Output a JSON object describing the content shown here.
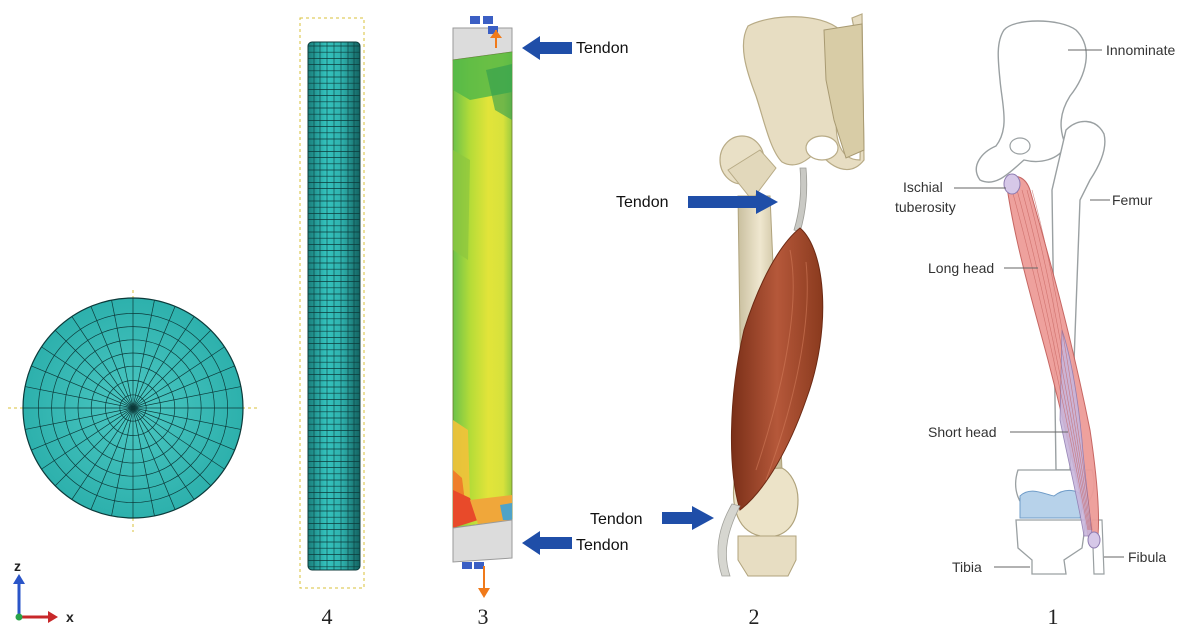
{
  "panel_numbers": [
    "4",
    "3",
    "2",
    "1"
  ],
  "axis_labels": {
    "z": "z",
    "x": "x"
  },
  "fe_model_labels": {
    "tendon_top": "Tendon",
    "tendon_bottom": "Tendon"
  },
  "anatomy_labels": {
    "tendon_upper": "Tendon",
    "tendon_lower": "Tendon"
  },
  "hamstring_labels": {
    "innominate": "Innominate",
    "ischial_1": "Ischial",
    "ischial_2": "tuberosity",
    "femur": "Femur",
    "long_head": "Long head",
    "short_head": "Short head",
    "tibia": "Tibia",
    "fibula": "Fibula"
  },
  "colors": {
    "mesh_fill": "#2fb7b2",
    "mesh_line": "#0c3a3a",
    "arrow_blue": "#1f4ea8",
    "muscle": "#a34a2a",
    "bone": "#e3dac0",
    "muscle_pink": "#e88a88"
  }
}
